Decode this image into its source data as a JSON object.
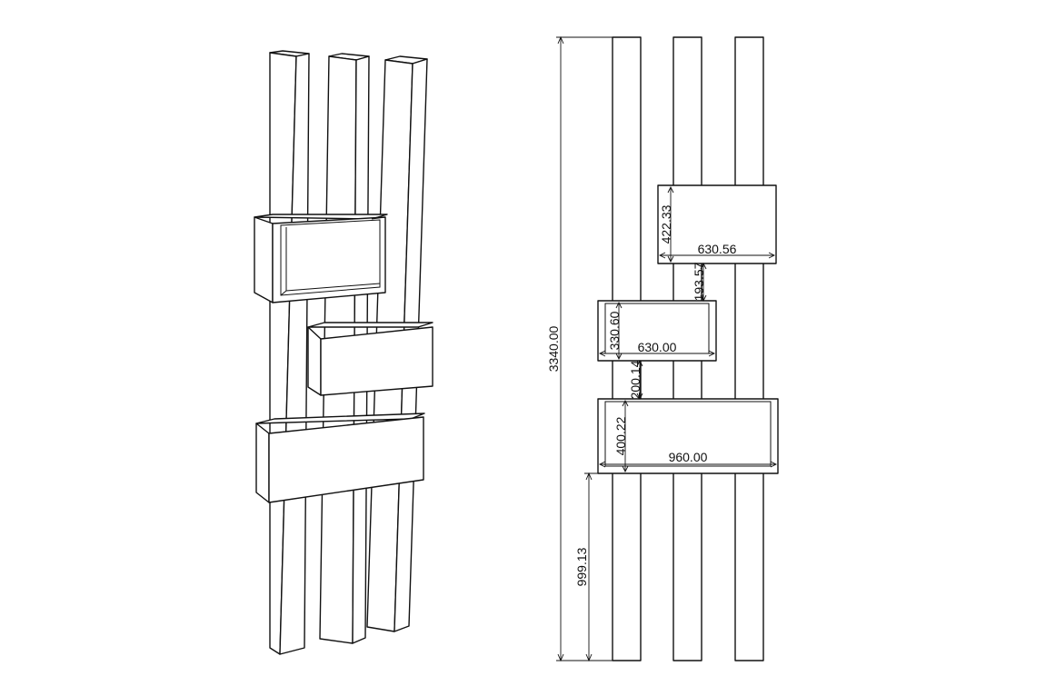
{
  "dimensions": {
    "total_height": "3340.00",
    "top_box_height": "422.33",
    "top_box_width": "630.56",
    "gap_top_middle": "193.57",
    "middle_box_height": "330.60",
    "middle_box_width": "630.00",
    "gap_middle_bottom": "200.14",
    "bottom_box_height": "400.22",
    "bottom_box_width": "960.00",
    "base_to_bottom_box": "999.13"
  }
}
